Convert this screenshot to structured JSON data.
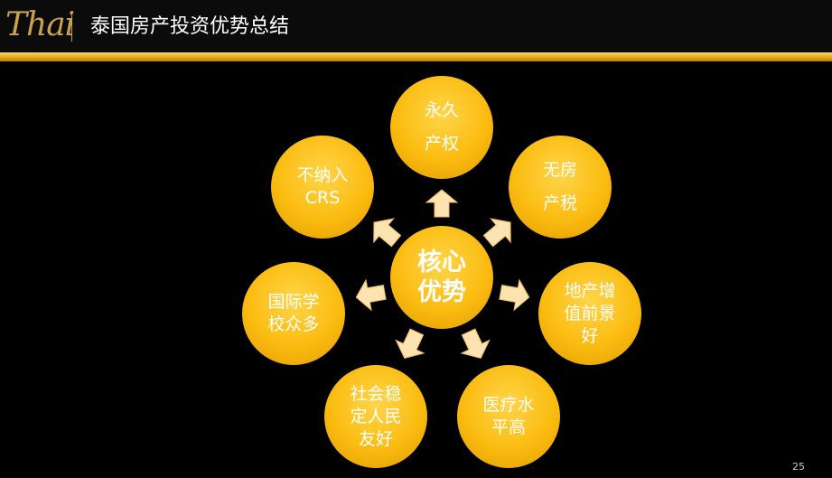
{
  "header": {
    "logo_text": "Thai",
    "title": "泰国房产投资优势总结"
  },
  "diagram": {
    "center": {
      "lines": [
        "核心",
        "优势"
      ]
    },
    "nodes": [
      {
        "id": "permanent",
        "lines": [
          "永久",
          "产权"
        ]
      },
      {
        "id": "no-property-tax",
        "lines": [
          "无房",
          "产税"
        ]
      },
      {
        "id": "land-appreciation",
        "lines": [
          "地产增",
          "值前景",
          "好"
        ]
      },
      {
        "id": "medical",
        "lines": [
          "医疗水",
          "平高"
        ]
      },
      {
        "id": "social-stability",
        "lines": [
          "社会稳",
          "定人民",
          "友好"
        ]
      },
      {
        "id": "international-school",
        "lines": [
          "国际学",
          "校众多"
        ]
      },
      {
        "id": "no-crs",
        "lines": [
          "不纳入",
          "CRS"
        ]
      }
    ]
  },
  "colors": {
    "gold_light": "#ffd54a",
    "gold": "#fbbc10",
    "gold_dark": "#e09a00",
    "arrow": "#fde3b0"
  },
  "footer": {
    "page_number": "25"
  }
}
